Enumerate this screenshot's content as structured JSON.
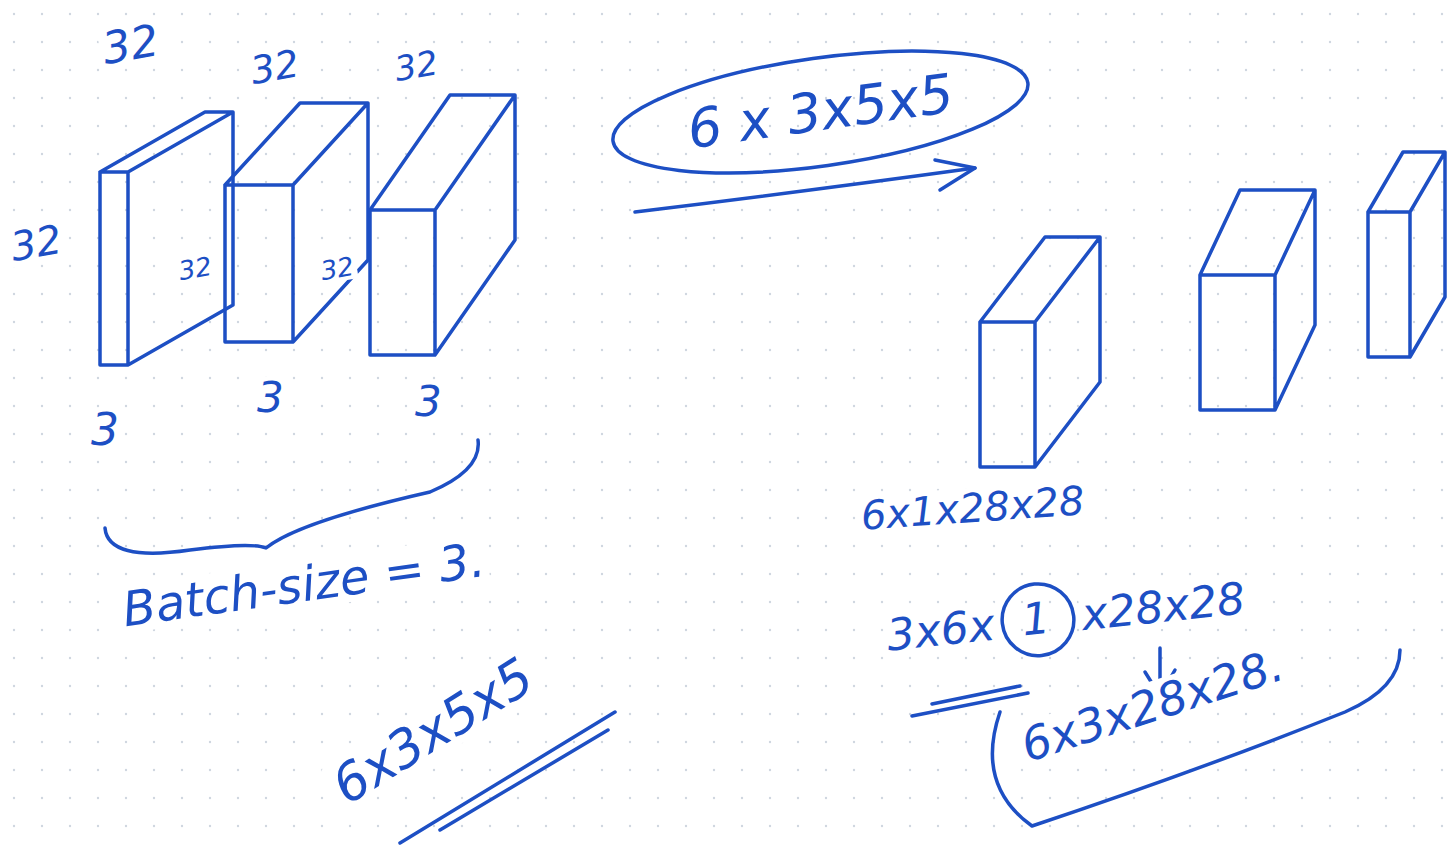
{
  "diagram": {
    "nodes": [
      {
        "text": [
          "6 x 3x5x5"
        ]
      },
      {
        "text": [
          "1"
        ]
      }
    ],
    "labels": [
      "32",
      "32",
      "32",
      "32",
      "32",
      "32",
      "3",
      "3",
      "3",
      "Batch-size = 3.",
      "6x3x5x5",
      "6x1x28x28",
      "3x6x",
      "x28x28",
      "6x3x28x28."
    ]
  }
}
